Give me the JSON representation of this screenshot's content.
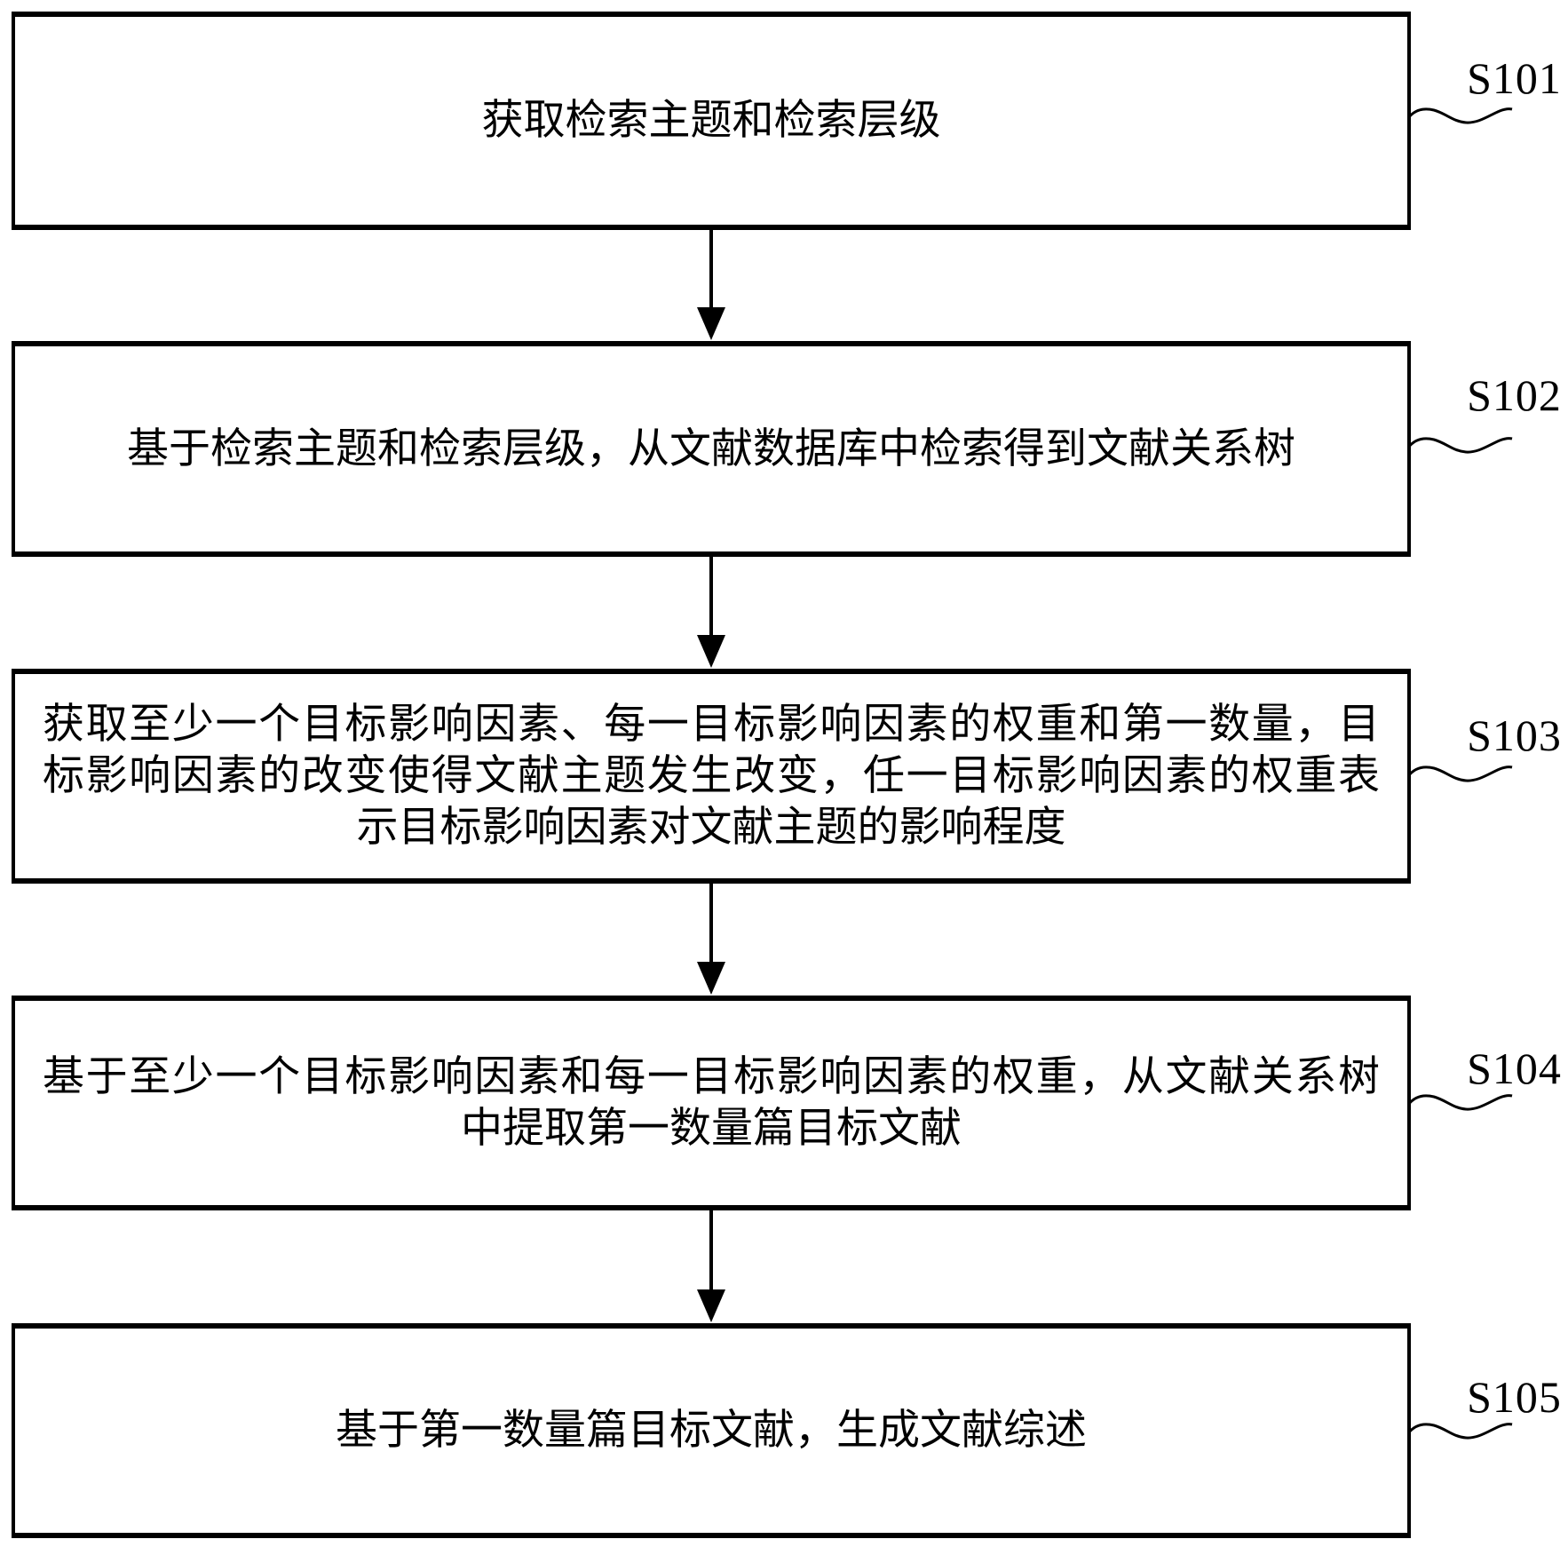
{
  "figure": {
    "type": "flowchart",
    "background_color": "#ffffff",
    "line_color": "#000000"
  },
  "steps": [
    {
      "label": "S101",
      "lines": [
        "获取检索主题和检索层级"
      ],
      "full_text": "获取检索主题和检索层级"
    },
    {
      "label": "S102",
      "lines": [
        "基于检索主题和检索层级，从文献数据库中检索得到文献关系树"
      ],
      "full_text": "基于检索主题和检索层级，从文献数据库中检索得到文献关系树"
    },
    {
      "label": "S103",
      "lines": [
        "获取至少一个目标影响因素、每一目标影响因素的权重和第一数量，目",
        "标影响因素的改变使得文献主题发生改变，任一目标影响因素的权重表",
        "示目标影响因素对文献主题的影响程度"
      ],
      "full_text": "获取至少一个目标影响因素、每一目标影响因素的权重和第一数量，目标影响因素的改变使得文献主题发生改变，任一目标影响因素的权重表示目标影响因素对文献主题的影响程度"
    },
    {
      "label": "S104",
      "lines": [
        "基于至少一个目标影响因素和每一目标影响因素的权重，从文献关系树",
        "中提取第一数量篇目标文献"
      ],
      "full_text": "基于至少一个目标影响因素和每一目标影响因素的权重，从文献关系树中提取第一数量篇目标文献"
    },
    {
      "label": "S105",
      "lines": [
        "基于第一数量篇目标文献，生成文献综述"
      ],
      "full_text": "基于第一数量篇目标文献，生成文献综述"
    }
  ]
}
